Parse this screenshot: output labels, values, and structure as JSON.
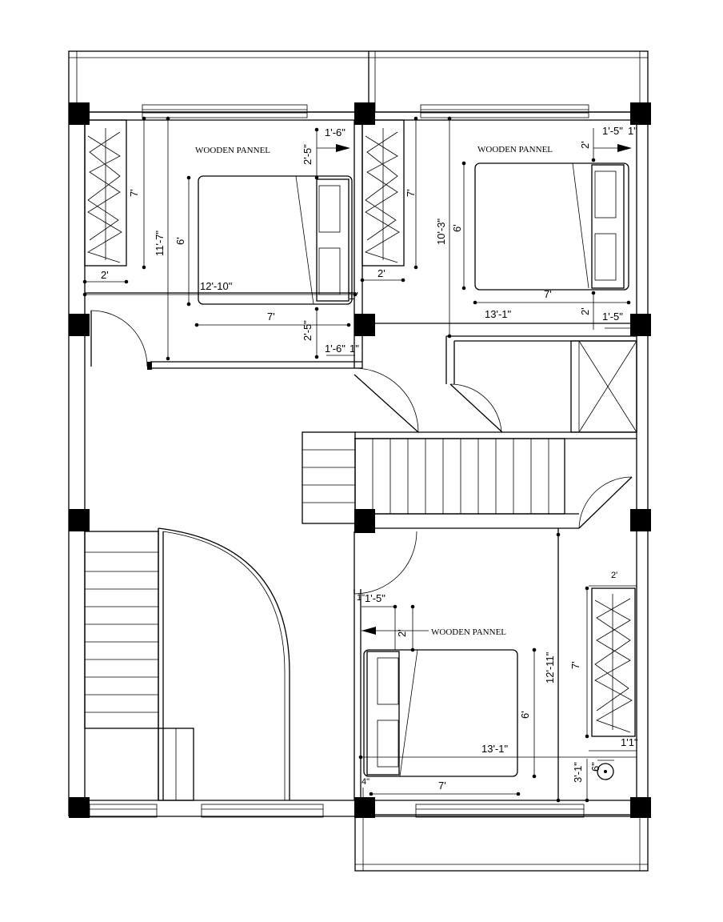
{
  "labels": {
    "wooden_panel_1": "WOODEN PANNEL",
    "wooden_panel_2": "WOODEN PANNEL",
    "wooden_panel_3": "WOODEN PANNEL"
  },
  "dims": {
    "d_1_6_top": "1'-6\"",
    "d_2_5_top": "2'-5\"",
    "d_7_wardrobe1": "7'",
    "d_11_7": "11'-7\"",
    "d_6_bed1": "6'",
    "d_2_wardrobe1": "2'",
    "d_12_10": "12'-10\"",
    "d_7_bed1": "7'",
    "d_2_5_bot": "2'-5\"",
    "d_1_6_bot": "1'-6\"",
    "d_1_small": "1\"",
    "d_1_small_b": "1\"",
    "d_7_wardrobe2": "7'",
    "d_2_wardrobe2": "2'",
    "d_10_3": "10'-3\"",
    "d_6_bed2": "6'",
    "d_2_top2": "2'",
    "d_1_5_top2": "1'-5\"",
    "d_1_top2": "1\"",
    "d_7_bed2": "7'",
    "d_13_1_top": "13'-1\"",
    "d_2_bot2": "2'",
    "d_1_5_bot2": "1'-5\"",
    "d_1_bot3": "1\"",
    "d_1_5_bot3": "1'-5\"",
    "d_2_bed3": "2'",
    "d_12_11": "12'-11\"",
    "d_6_bed3": "6'",
    "d_13_1_bot": "13'-1\"",
    "d_7_bed3": "7'",
    "d_4_bed3": "4\"",
    "d_2_wardrobe3": "2'",
    "d_7_wardrobe3": "7'",
    "d_1_1": "1'1\"",
    "d_3_1": "3'-1\"",
    "d_6_small": "6\""
  }
}
